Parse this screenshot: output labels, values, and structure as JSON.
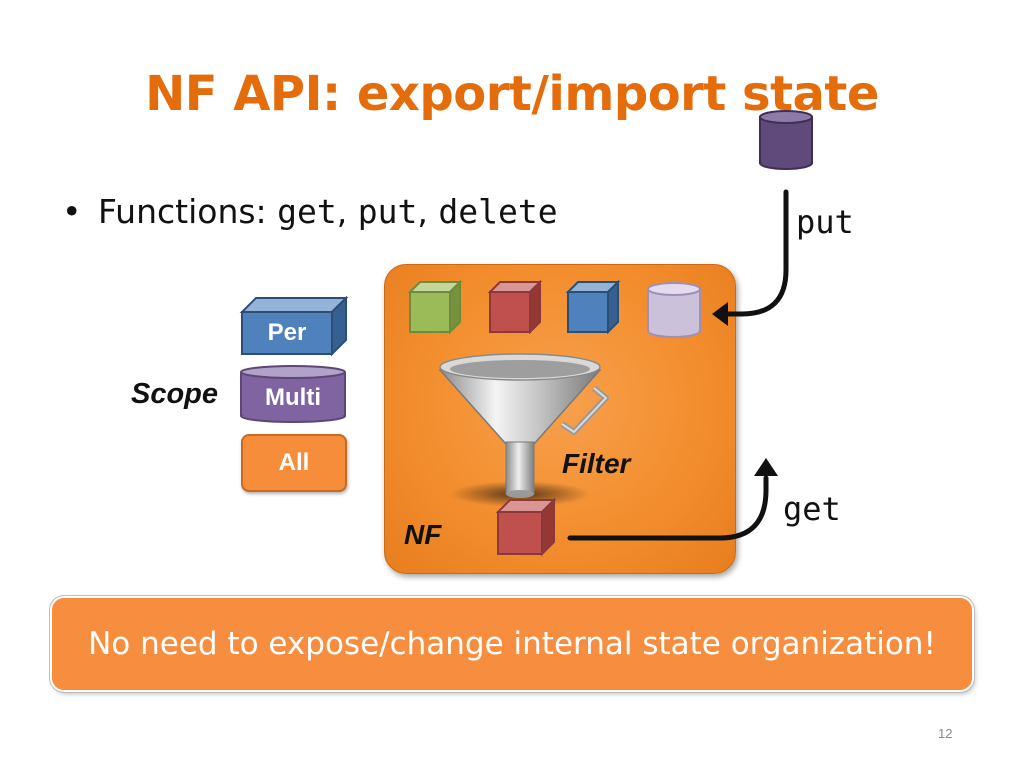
{
  "title": "NF API: export/import state",
  "bullet": {
    "prefix": "Functions: ",
    "f1": "get",
    "sep1": ", ",
    "f2": "put",
    "sep2": ", ",
    "f3": "delete"
  },
  "labels": {
    "put": "put",
    "get": "get",
    "filter": "Filter",
    "nf": "NF",
    "scope": "Scope"
  },
  "scope_levels": {
    "per": "Per",
    "multi": "Multi",
    "all": "All"
  },
  "callout": "No need to expose/change internal state organization!",
  "page_number": "12",
  "colors": {
    "title": "#e46c0a",
    "nf_box": "#f38e2e",
    "callout": "#f68d3f",
    "per": "#4f81bd",
    "multi": "#8064a2",
    "all": "#f68d3a",
    "cube_green": "#9bbb59",
    "cube_red": "#c0504d",
    "cube_blue": "#4f81bd",
    "cylinder_light": "#ccc1da",
    "cylinder_dark": "#604a7b"
  }
}
